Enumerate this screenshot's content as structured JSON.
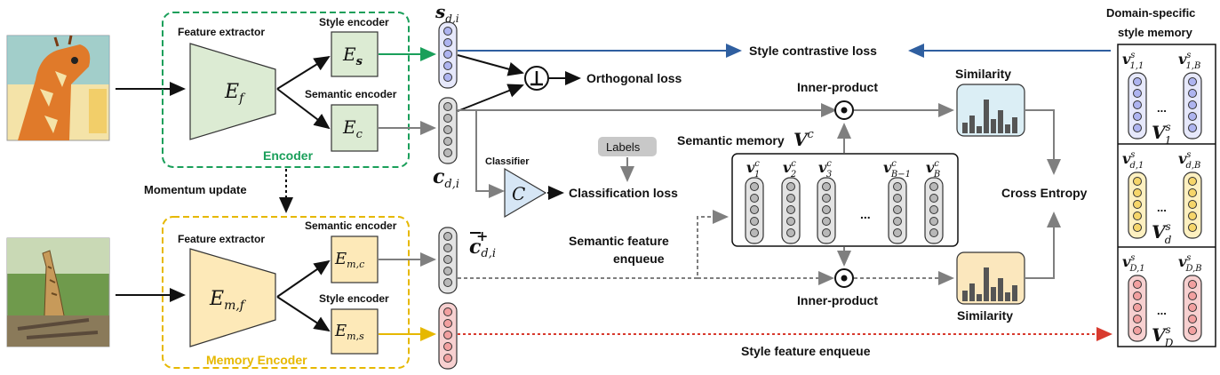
{
  "colors": {
    "green": "#1a9f5a",
    "yellow": "#e6b800",
    "blue": "#2f5fa0",
    "red": "#d83a2e",
    "gray": "#7f7f7f",
    "encoder_fill": "#dcebd3",
    "memory_fill": "#fde9b8",
    "style_fill": "#aeb4f0",
    "semantic_fill": "#b8b8b8",
    "momentum_sem_fill": "#b8b8b8",
    "momentum_style_fill": "#f2a0a0",
    "classifier_fill": "#d6e6f5",
    "sim_blue_fill": "#dbeef5",
    "sim_yellow_fill": "#fbe7bd"
  },
  "encoder": {
    "feature_extractor_label": "Feature extractor",
    "style_encoder_label": "Style encoder",
    "semantic_encoder_label": "Semantic encoder",
    "title": "Encoder",
    "ef_base": "E",
    "ef_sub": "f",
    "es_base": "E",
    "es_sub": "s",
    "ec_base": "E",
    "ec_sub": "c"
  },
  "memory_encoder": {
    "feature_extractor_label": "Feature extractor",
    "semantic_encoder_label": "Semantic encoder",
    "style_encoder_label": "Style encoder",
    "title": "Memory Encoder",
    "emf_base": "E",
    "emf_sub": "m,f",
    "emc_base": "E",
    "emc_sub": "m,c",
    "ems_base": "E",
    "ems_sub": "m,s"
  },
  "momentum_update_label": "Momentum update",
  "features": {
    "s_base": "s",
    "s_sub": "d,i",
    "c_base": "c",
    "c_sub": "d,i",
    "cbar_base": "c",
    "cbar_sub": "d,i",
    "cbar_sup": "+"
  },
  "orthogonal_loss_label": "Orthogonal loss",
  "orthogonal_symbol": "⊥",
  "style_contrastive_loss_label": "Style contrastive loss",
  "classifier": {
    "label": "Classifier",
    "symbol": "C"
  },
  "labels_box": "Labels",
  "classification_loss_label": "Classification loss",
  "semantic_memory": {
    "title": "Semantic memory",
    "symbol_base": "V",
    "symbol_sup": "c",
    "columns": [
      {
        "base": "v",
        "sub": "1",
        "sup": "c"
      },
      {
        "base": "v",
        "sub": "2",
        "sup": "c"
      },
      {
        "base": "v",
        "sub": "3",
        "sup": "c"
      },
      {
        "base": "v",
        "sub": "B−1",
        "sup": "c"
      },
      {
        "base": "v",
        "sub": "B",
        "sup": "c"
      }
    ],
    "ellipsis": "..."
  },
  "semantic_feature_enqueue_line1": "Semantic feature",
  "semantic_feature_enqueue_line2": "enqueue",
  "inner_product_top": "Inner-product",
  "inner_product_bottom": "Inner-product",
  "dot_symbol": "•",
  "similarity_top": "Similarity",
  "similarity_bottom": "Similarity",
  "cross_entropy_label": "Cross Entropy",
  "style_feature_enqueue_label": "Style feature enqueue",
  "style_memory": {
    "title_line1": "Domain-specific",
    "title_line2": "style memory",
    "blocks": [
      {
        "left": {
          "base": "v",
          "sub": "1,1",
          "sup": "s"
        },
        "right": {
          "base": "v",
          "sub": "1,B",
          "sup": "s"
        },
        "V": {
          "base": "V",
          "sub": "1",
          "sup": "s"
        }
      },
      {
        "left": {
          "base": "v",
          "sub": "d,1",
          "sup": "s"
        },
        "right": {
          "base": "v",
          "sub": "d,B",
          "sup": "s"
        },
        "V": {
          "base": "V",
          "sub": "d",
          "sup": "s"
        }
      },
      {
        "left": {
          "base": "v",
          "sub": "D,1",
          "sup": "s"
        },
        "right": {
          "base": "v",
          "sub": "D,B",
          "sup": "s"
        },
        "V": {
          "base": "V",
          "sub": "D",
          "sup": "s"
        }
      }
    ],
    "ellipsis": "..."
  },
  "icons": {
    "painted_giraffe": "giraffe-painting-icon",
    "photo_giraffe": "giraffe-photo-icon"
  }
}
